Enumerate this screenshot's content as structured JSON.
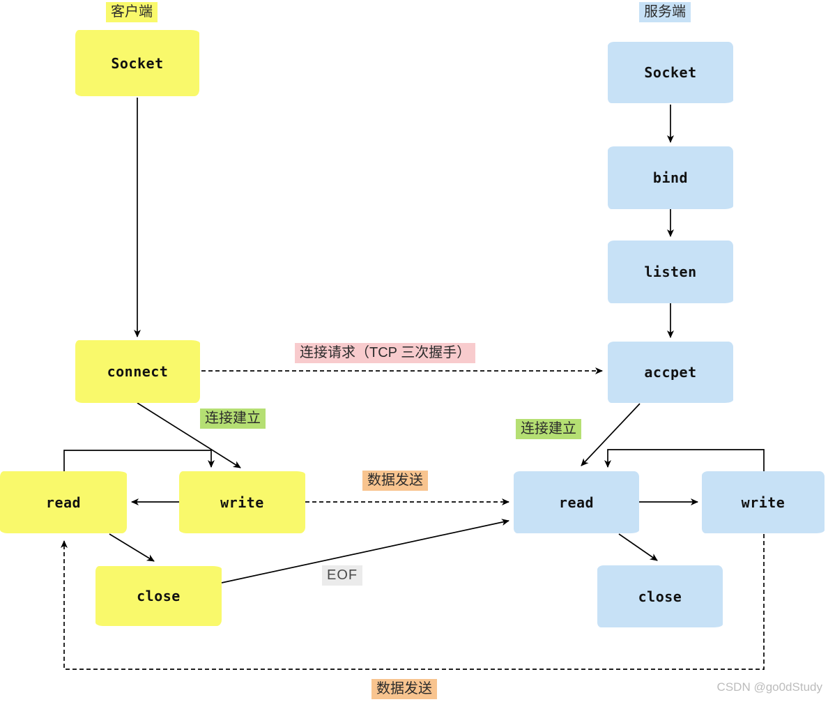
{
  "client": {
    "header": "客户端",
    "socket": "Socket",
    "connect": "connect",
    "read": "read",
    "write": "write",
    "close": "close"
  },
  "server": {
    "header": "服务端",
    "socket": "Socket",
    "bind": "bind",
    "listen": "listen",
    "accept": "accpet",
    "read": "read",
    "write": "write",
    "close": "close"
  },
  "annotations": {
    "handshake": "连接请求（TCP 三次握手）",
    "established_client": "连接建立",
    "established_server": "连接建立",
    "data_send_mid": "数据发送",
    "data_send_bottom": "数据发送",
    "eof": "EOF"
  },
  "watermark": "CSDN @go0dStudy",
  "colors": {
    "client_box_fill": "#f9f96b",
    "server_box_fill": "#c7e1f6",
    "handshake_label_bg": "#f8cbcd",
    "established_label_bg": "#b5df73",
    "data_send_label_bg": "#f8c48f",
    "eof_label_bg": "#ebebeb",
    "line_color": "#000000",
    "watermark_color": "#bcbcbc"
  }
}
